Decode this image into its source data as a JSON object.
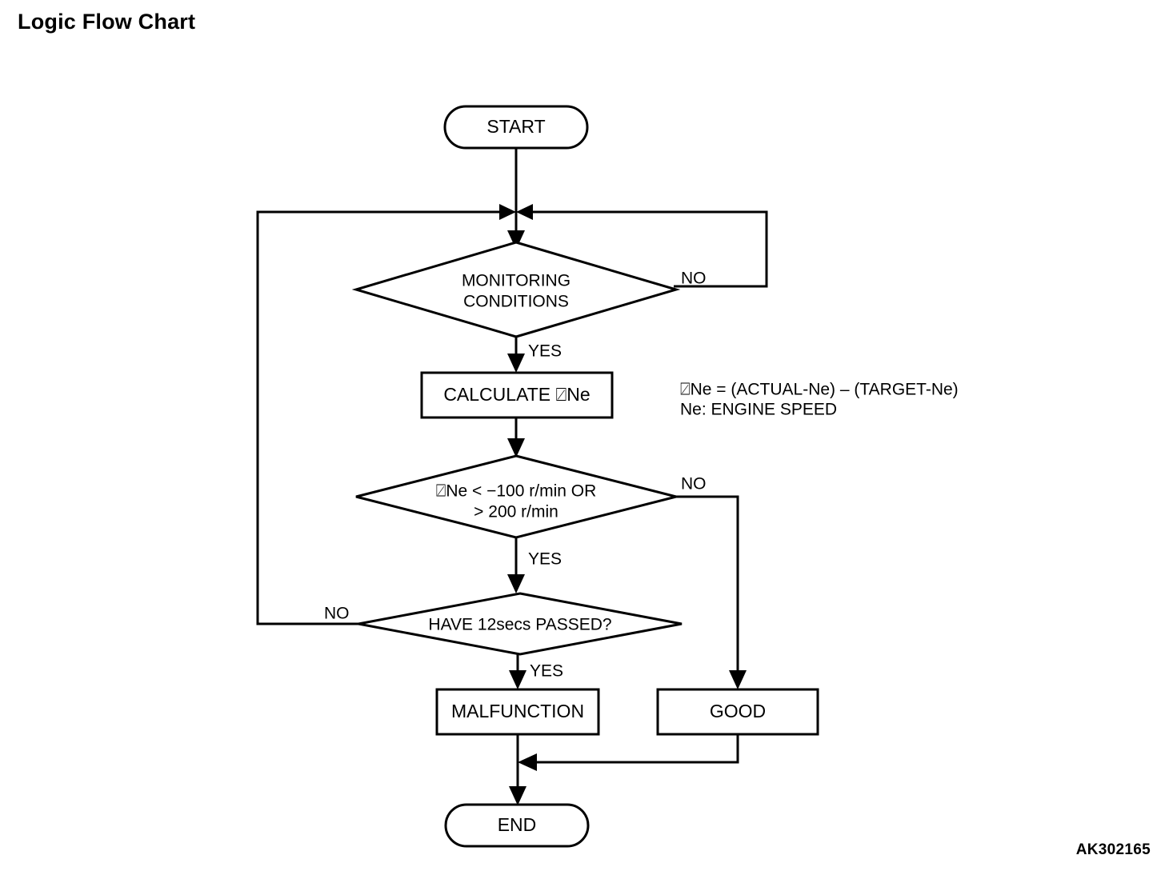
{
  "page": {
    "title": "Logic Flow Chart",
    "watermark": "AK302165"
  },
  "chart_data": {
    "type": "diagram",
    "diagram_kind": "flowchart",
    "title": "Logic Flow Chart",
    "nodes": [
      {
        "id": "start",
        "shape": "stadium",
        "label": "START"
      },
      {
        "id": "monitoring",
        "shape": "diamond",
        "label_line1": "MONITORING",
        "label_line2": "CONDITIONS"
      },
      {
        "id": "calculate",
        "shape": "rect",
        "label": "CALCULATE  ⍁Ne"
      },
      {
        "id": "threshold",
        "shape": "diamond",
        "label_line1": "⍁Ne < −100 r/min OR",
        "label_line2": "> 200 r/min"
      },
      {
        "id": "timer",
        "shape": "diamond",
        "label_line1": "HAVE 12secs PASSED?",
        "label_line2": ""
      },
      {
        "id": "malfunction",
        "shape": "rect",
        "label": "MALFUNCTION"
      },
      {
        "id": "good",
        "shape": "rect",
        "label": "GOOD"
      },
      {
        "id": "end",
        "shape": "stadium",
        "label": "END"
      }
    ],
    "edges": [
      {
        "from": "start",
        "to": "monitoring",
        "label": ""
      },
      {
        "from": "monitoring",
        "to": "monitoring",
        "label": "NO"
      },
      {
        "from": "monitoring",
        "to": "calculate",
        "label": "YES"
      },
      {
        "from": "calculate",
        "to": "threshold",
        "label": ""
      },
      {
        "from": "threshold",
        "to": "good",
        "label": "NO"
      },
      {
        "from": "threshold",
        "to": "timer",
        "label": "YES"
      },
      {
        "from": "timer",
        "to": "monitoring",
        "label": "NO"
      },
      {
        "from": "timer",
        "to": "malfunction",
        "label": "YES"
      },
      {
        "from": "malfunction",
        "to": "end",
        "label": ""
      },
      {
        "from": "good",
        "to": "end",
        "label": ""
      }
    ],
    "branch_labels": {
      "monitoring_no": "NO",
      "monitoring_yes": "YES",
      "threshold_no": "NO",
      "threshold_yes": "YES",
      "timer_no": "NO",
      "timer_yes": "YES"
    },
    "note": {
      "line1": "⍁Ne = (ACTUAL-Ne) – (TARGET-Ne)",
      "line2": "Ne: ENGINE SPEED"
    },
    "colors": {
      "stroke": "#000000",
      "fill": "#ffffff",
      "text": "#000000",
      "background": "#ffffff"
    }
  }
}
